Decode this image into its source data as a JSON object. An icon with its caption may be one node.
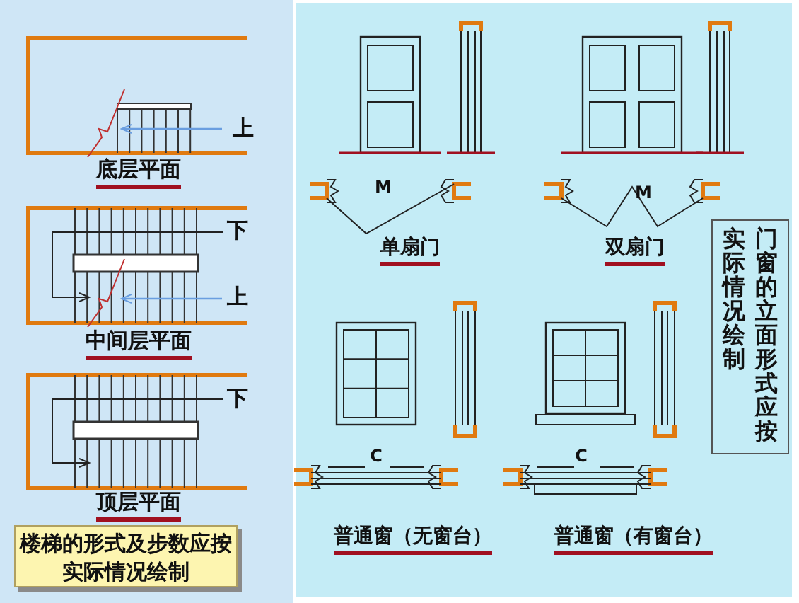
{
  "diagram": {
    "nodes": [
      {
        "text": [
          "楼梯的形式及步数应按实际情况绘制"
        ]
      },
      {
        "text": [
          "门窗的立面形式应按实际情况绘制"
        ]
      }
    ],
    "labels": [
      "上",
      "底层平面",
      "下",
      "上",
      "中间层平面",
      "下",
      "顶层平面",
      "M",
      "M",
      "单扇门",
      "双扇门",
      "C",
      "C",
      "普通窗（无窗台）",
      "普通窗（有窗台）"
    ]
  }
}
